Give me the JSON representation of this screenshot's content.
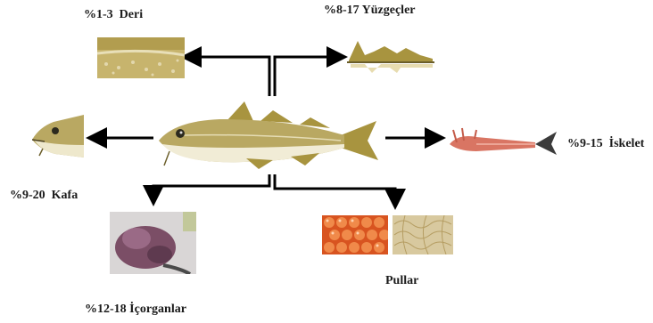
{
  "labels": {
    "skin": "%1-3  Deri",
    "fins": "%8-17 Yüzgeçler",
    "head": "%9-20  Kafa",
    "skeleton": "%9-15  İskelet",
    "viscera": "%12-18 İçorganlar",
    "scales": "Pullar"
  },
  "colors": {
    "arrow": "#000000",
    "fish_body": "#b9a862",
    "fish_belly": "#f1ecd6",
    "fish_fin": "#a8943f",
    "skin": "#c7b46d",
    "skeleton": "#d97563",
    "roe": "#e4672a",
    "scales": "#d8c99f",
    "viscera": "#7b4e66"
  }
}
